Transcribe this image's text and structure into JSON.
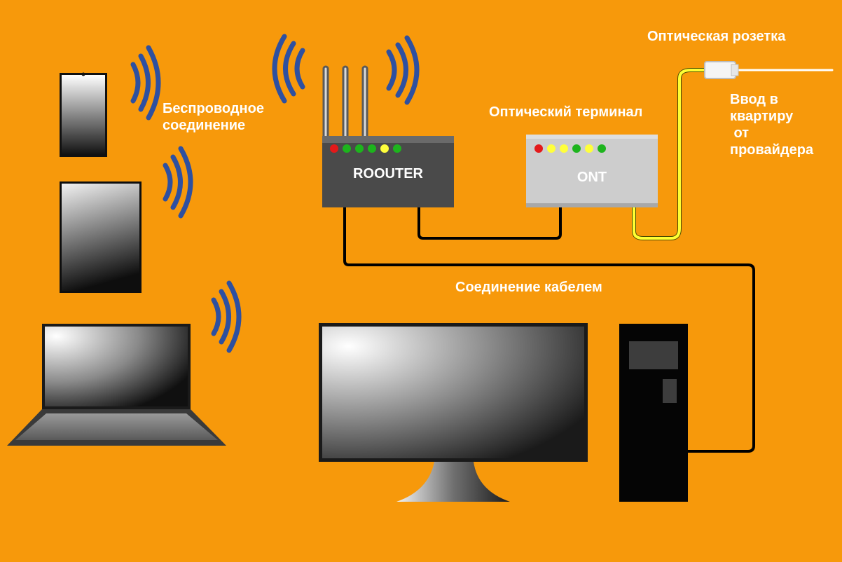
{
  "colors": {
    "background": "#F7990B",
    "wifi_waves": "#2E50A0",
    "router_body": "#5A5A5A",
    "ont_body": "#C7C7C7",
    "fiber_cable": "#FFFF33",
    "ethernet_cable": "#000000",
    "text": "#FFFFFF",
    "led_red": "#E3191A",
    "led_green": "#1DB41D",
    "led_yellow": "#FFFF3B"
  },
  "labels": {
    "wireless": "Беспроводное\nсоединение",
    "optical_terminal": "Оптический терминал",
    "optical_socket": "Оптическая розетка",
    "provider_input": "Ввод в\nквартиру\n от\nпровайдера",
    "cable_connection": "Соединение кабелем"
  },
  "devices": {
    "router_label": "ROOUTER",
    "ont_label": "ONT"
  },
  "router_leds": [
    "red",
    "green",
    "green",
    "green",
    "yellow",
    "green"
  ],
  "ont_leds": [
    "red",
    "yellow",
    "yellow",
    "green",
    "yellow",
    "green"
  ],
  "icons": [
    "smartphone-icon",
    "tablet-icon",
    "laptop-icon",
    "monitor-icon",
    "pc-tower-icon",
    "wifi-waves-icon",
    "optical-socket-icon"
  ]
}
